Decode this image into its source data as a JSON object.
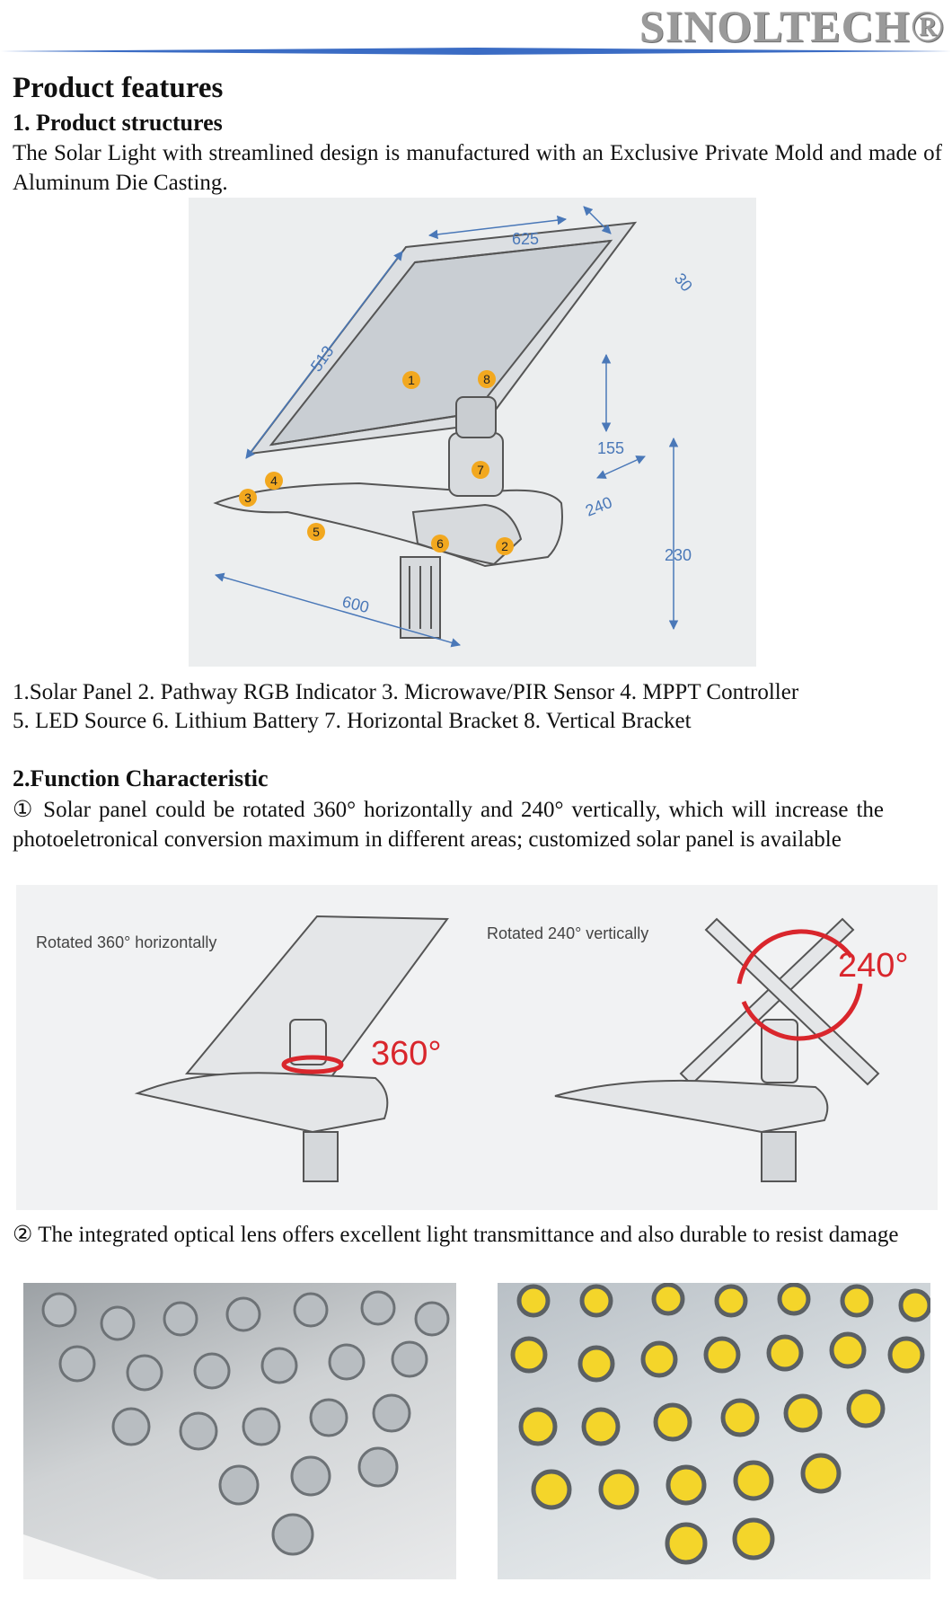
{
  "brand": "SINOLTECH®",
  "heading": "Product features",
  "section1": {
    "title": "1. Product structures",
    "intro": "The Solar Light with streamlined design is manufactured with an Exclusive Private Mold and made of Aluminum Die Casting.",
    "diagram": {
      "dims": {
        "width_top": "625",
        "thickness": "30",
        "panel_len": "513",
        "height_mid": "155",
        "depth": "240",
        "height": "230",
        "length": "600"
      },
      "callouts": [
        "1",
        "2",
        "3",
        "4",
        "5",
        "6",
        "7",
        "8"
      ]
    },
    "parts_line1": "1.Solar Panel 2. Pathway RGB Indicator 3. Microwave/PIR Sensor 4. MPPT Controller",
    "parts_line2": "5. LED Source 6. Lithium Battery 7. Horizontal Bracket 8. Vertical Bracket"
  },
  "section2": {
    "title": "2.Function Characteristic",
    "point1": "① Solar panel could be rotated 360° horizontally and 240° vertically, which will increase the photoeletronical conversion maximum in different areas; customized solar panel is available",
    "rotation_figure": {
      "left_caption": "Rotated 360° horizontally",
      "left_value": "360°",
      "right_caption": "Rotated 240° vertically",
      "right_value": "240°"
    },
    "point2": "② The integrated optical lens offers excellent light transmittance and also durable to resist damage"
  },
  "colors": {
    "brand_gray": "#9a9a9a",
    "rule_blue": "#3b6cc4",
    "callout_orange": "#f2a81f",
    "dimension_blue": "#4a78b8",
    "rotation_red": "#d9262c",
    "led_yellow": "#f4d52a"
  }
}
